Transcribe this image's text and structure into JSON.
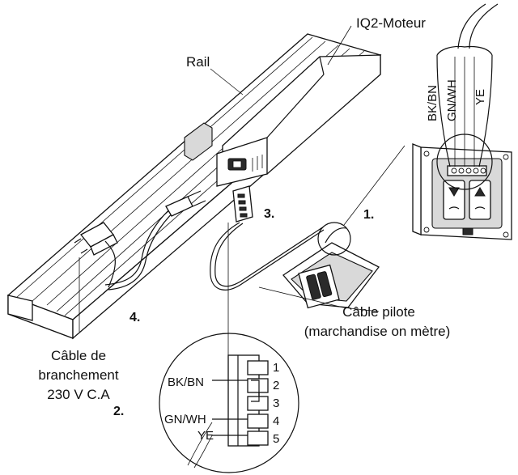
{
  "labels": {
    "motor": "IQ2-Moteur",
    "rail": "Rail",
    "step1": "1.",
    "step2": "2.",
    "step3": "3.",
    "step4": "4.",
    "pilot_cable_line1": "Câble pilote",
    "pilot_cable_line2": "(marchandise on mètre)",
    "power_cable_line1": "Câble de",
    "power_cable_line2": "branchement",
    "power_cable_line3": "230 V C.A"
  },
  "wires": {
    "bk_bn": "BK/BN",
    "gn_wh": "GN/WH",
    "ye": "YE"
  },
  "connector": {
    "pins": [
      "1",
      "2",
      "3",
      "4",
      "5"
    ],
    "wire_labels": [
      "BK/BN",
      "GN/WH",
      "YE"
    ]
  }
}
